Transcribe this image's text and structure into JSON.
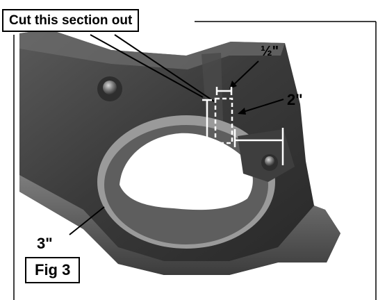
{
  "figure": {
    "callout": "Cut this section out",
    "caption": "Fig 3",
    "dimensions": {
      "half_inch": "½\"",
      "two_inch": "2\"",
      "three_inch": "3\""
    }
  },
  "colors": {
    "part_dark": "#2a2a2a",
    "part_mid": "#555555",
    "part_light": "#8a8a8a",
    "line": "#000000",
    "dimension_marks": "#ffffff"
  }
}
